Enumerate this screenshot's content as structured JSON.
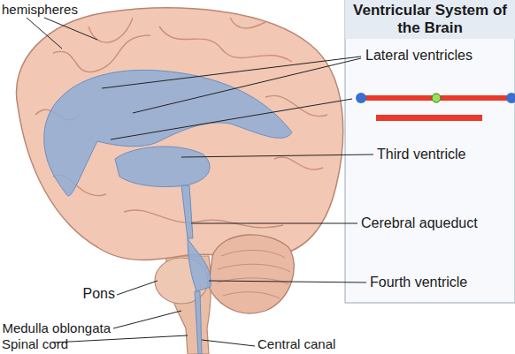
{
  "diagram": {
    "title": "Ventricular System of the Brain",
    "labels": [
      "hemispheres",
      "Lateral ventricles",
      "Third ventricle",
      "Cerebral aqueduct",
      "Pons",
      "Fourth ventricle",
      "Medulla oblongata",
      "Spinal cord",
      "Central canal"
    ]
  }
}
